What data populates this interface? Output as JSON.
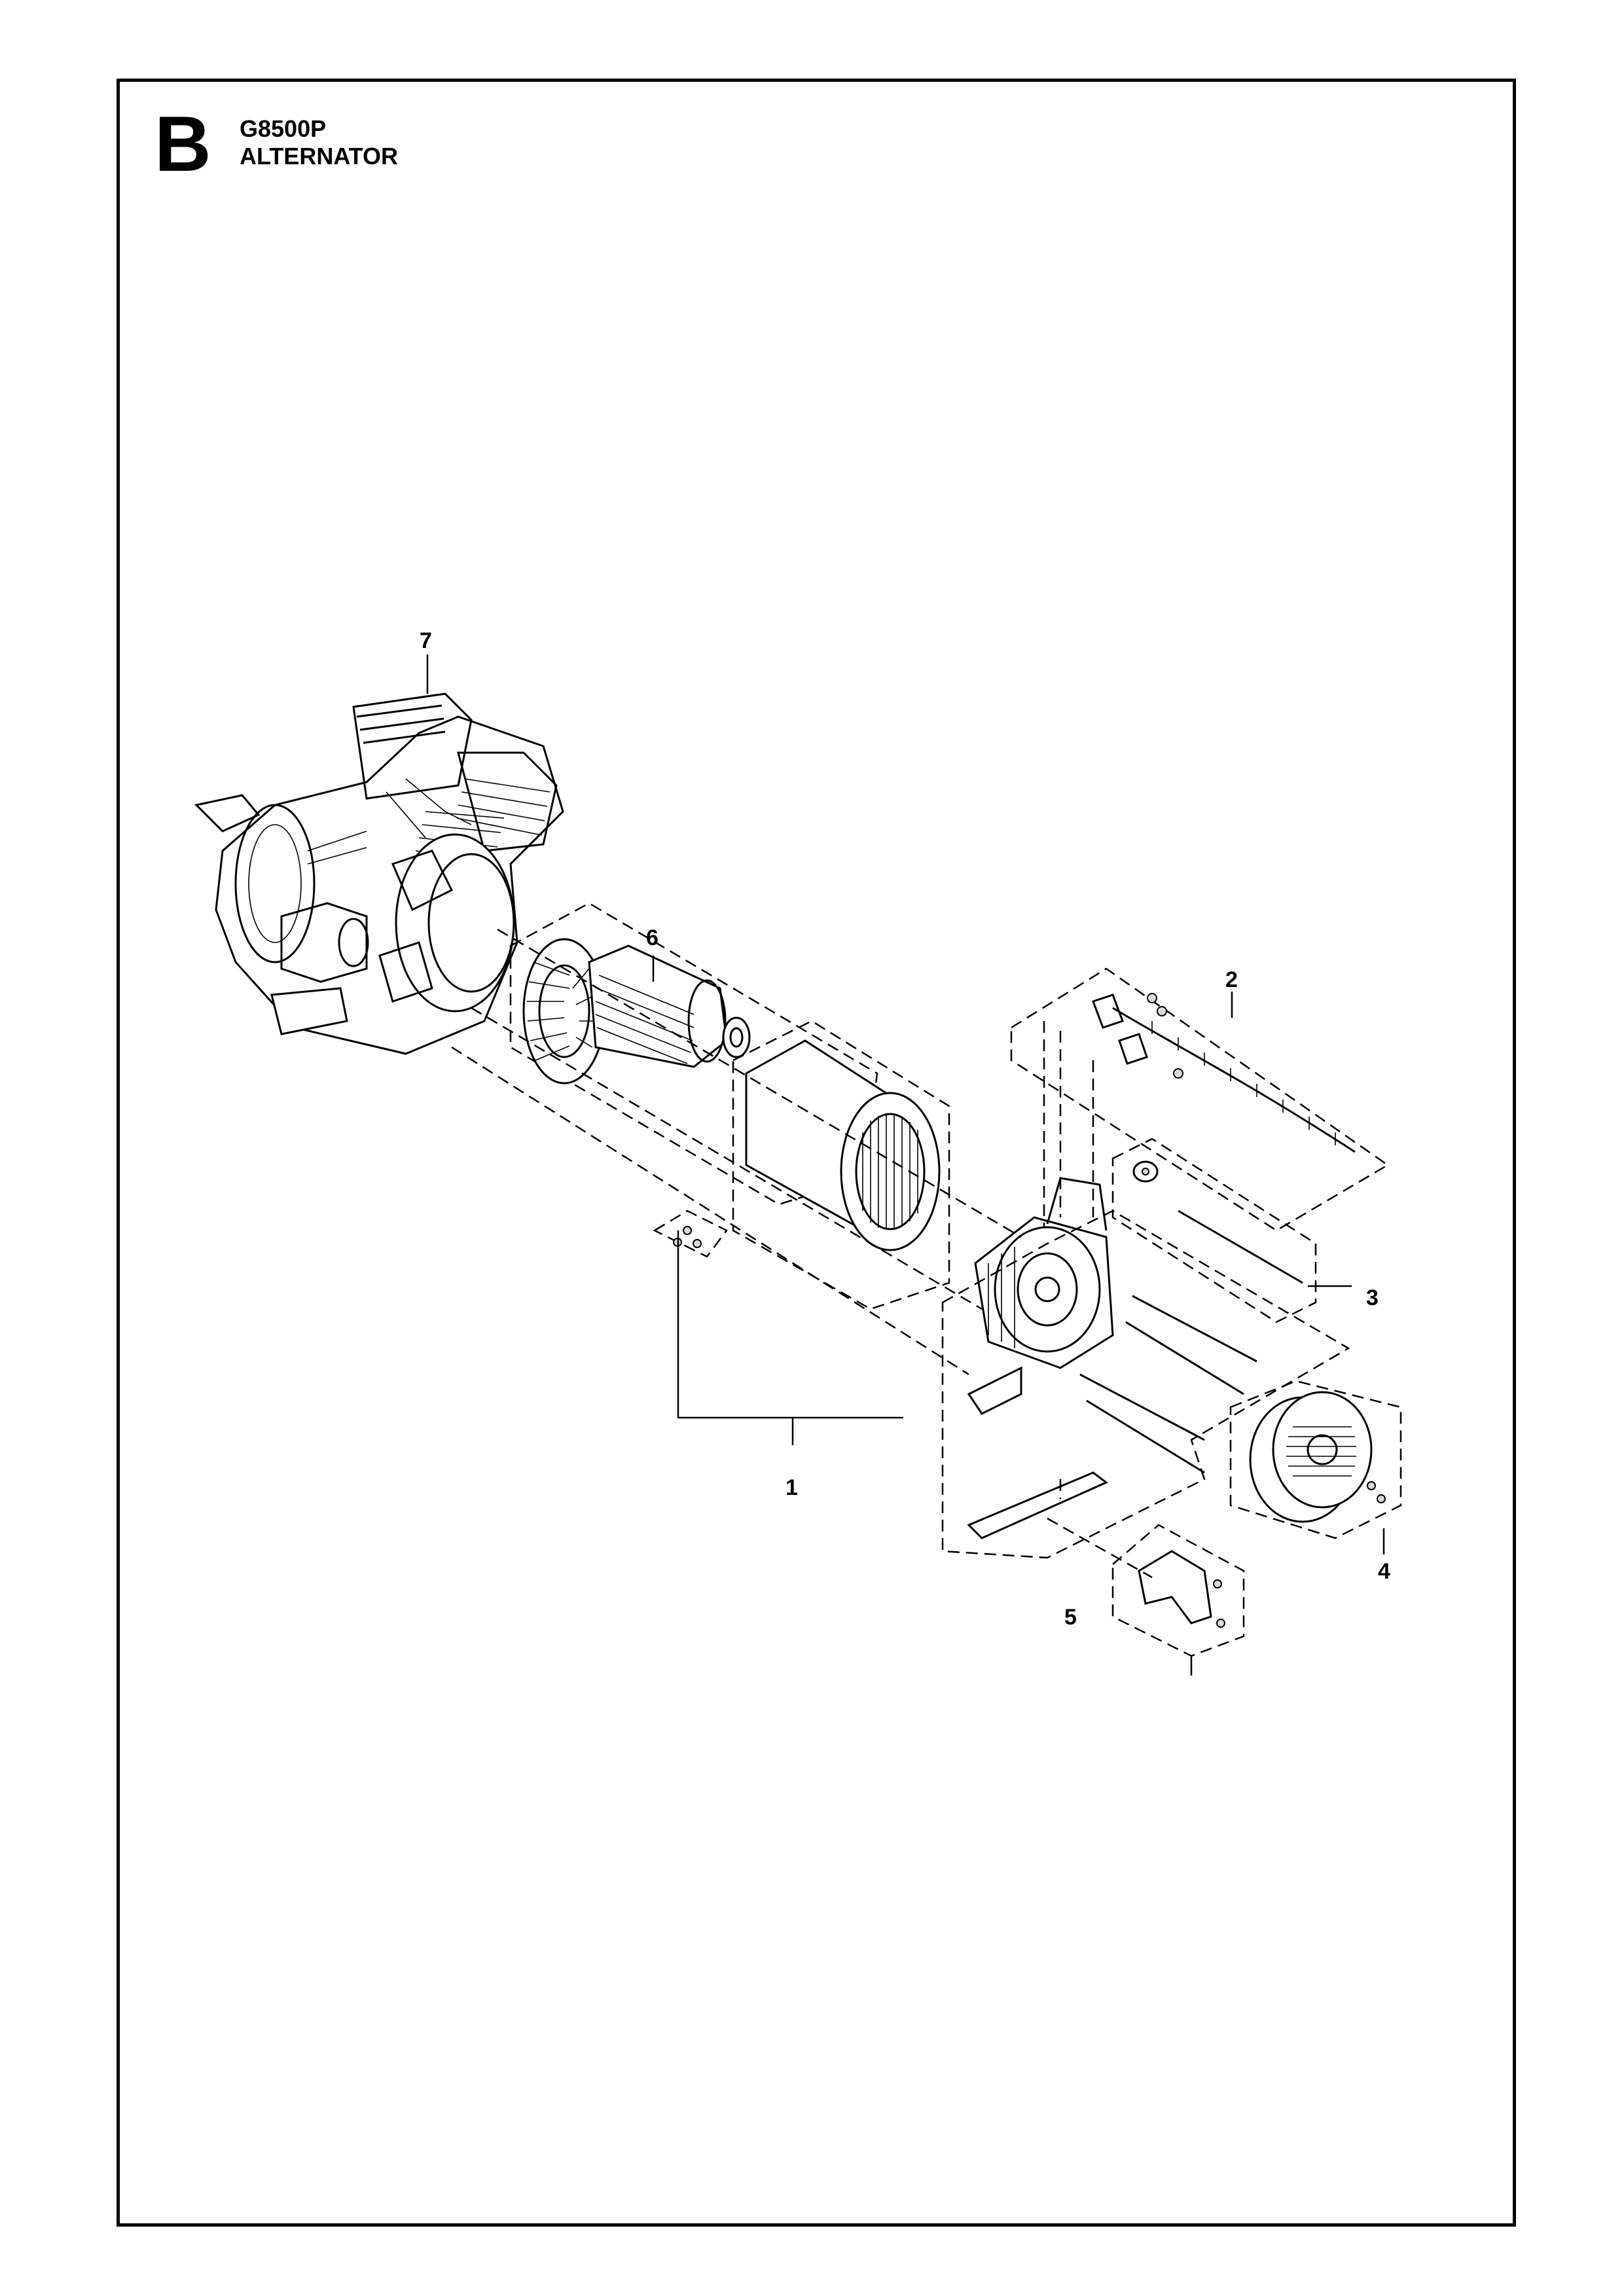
{
  "header": {
    "section_letter": "B",
    "model": "G8500P",
    "title": "ALTERNATOR"
  },
  "callouts": {
    "c1": "1",
    "c2": "2",
    "c3": "3",
    "c4": "4",
    "c5": "5",
    "c6": "6",
    "c7": "7"
  }
}
